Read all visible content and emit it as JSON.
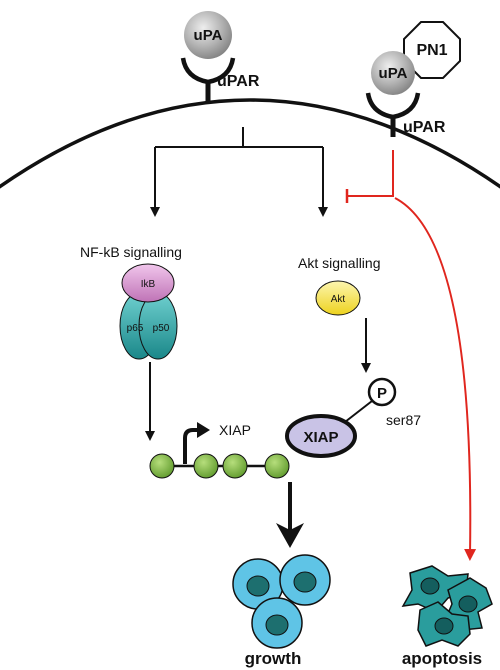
{
  "receptor_left": {
    "ligand": "uPA",
    "receptor": "uPAR"
  },
  "receptor_right": {
    "ligand": "uPA",
    "receptor": "uPAR",
    "inhibitor": "PN1"
  },
  "nfkb": {
    "title": "NF-kB signalling",
    "ikb": "IkB",
    "p65": "p65",
    "p50": "p50"
  },
  "akt": {
    "title": "Akt signalling",
    "protein": "Akt",
    "xiap": "XIAP",
    "phospho": "P",
    "site": "ser87"
  },
  "gene": {
    "label": "XIAP"
  },
  "outcomes": {
    "growth": "growth",
    "apoptosis": "apoptosis"
  },
  "colors": {
    "inhibition": "#e0261e",
    "ikb": "#cf86c6",
    "p65p50": "#2a9d9d",
    "akt": "#f2de36",
    "xiap": "#c9c3e6",
    "dna": "#7cb342",
    "cell_growth": "#5fc4e6",
    "cell_apoptosis": "#2a9d9d"
  }
}
